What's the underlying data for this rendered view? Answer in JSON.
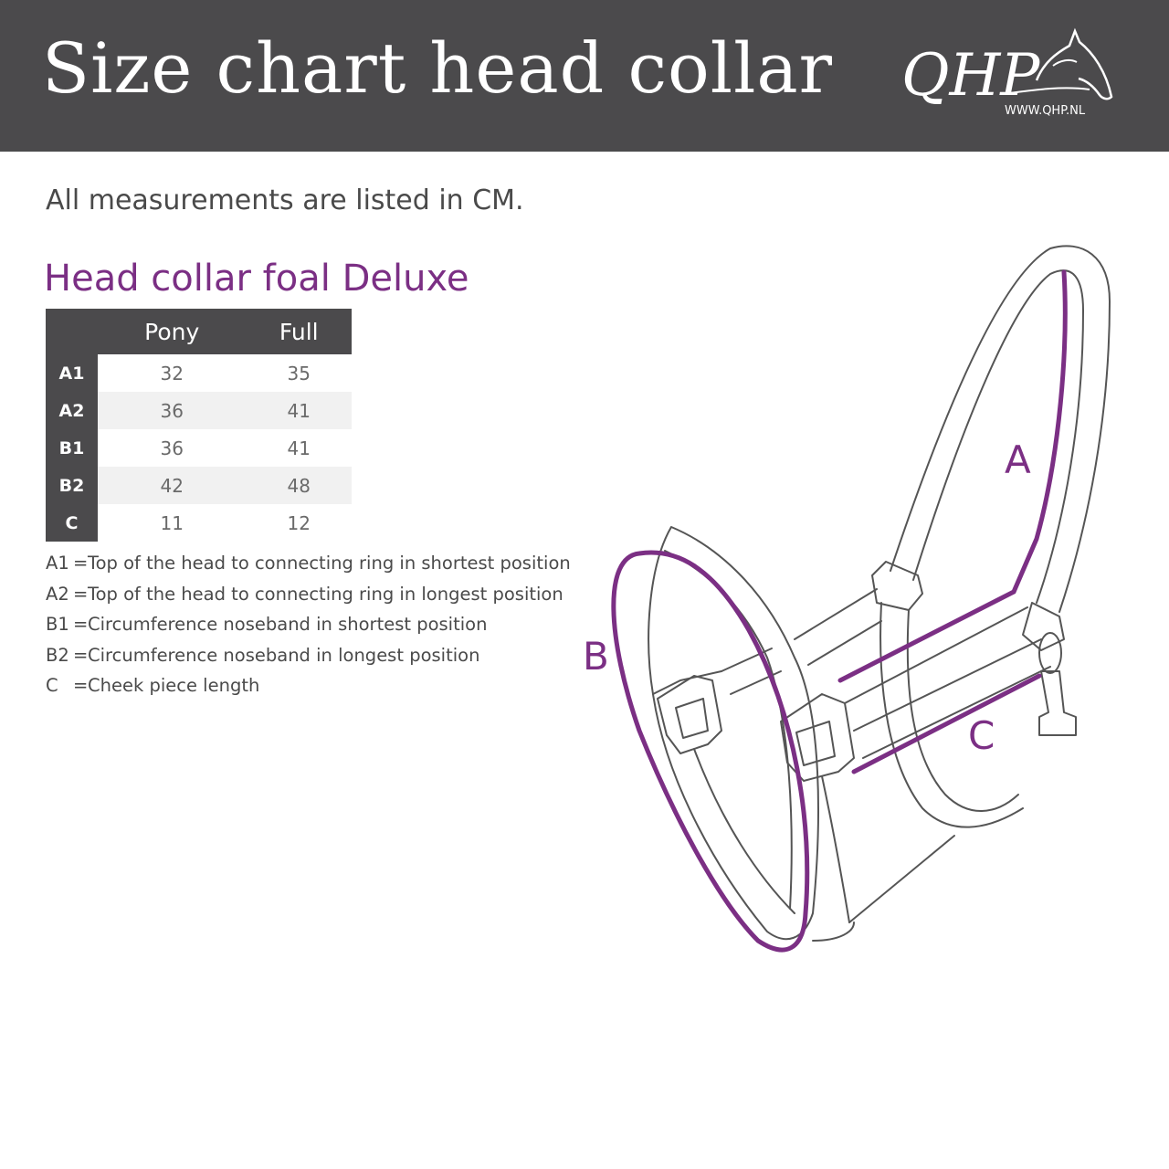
{
  "header": {
    "title": "Size chart head collar",
    "logo_text": "QHP",
    "website": "WWW.QHP.NL"
  },
  "subtitle": "All measurements are listed in CM.",
  "product": {
    "title": "Head collar foal Deluxe",
    "columns": [
      "Pony",
      "Full"
    ],
    "rows": [
      {
        "label": "A1",
        "values": [
          "32",
          "35"
        ]
      },
      {
        "label": "A2",
        "values": [
          "36",
          "41"
        ]
      },
      {
        "label": "B1",
        "values": [
          "36",
          "41"
        ]
      },
      {
        "label": "B2",
        "values": [
          "42",
          "48"
        ]
      },
      {
        "label": "C",
        "values": [
          "11",
          "12"
        ]
      }
    ]
  },
  "legend": [
    {
      "code": "A1",
      "eq": "=",
      "text": "Top of the head to connecting ring in shortest position"
    },
    {
      "code": "A2",
      "eq": "=",
      "text": "Top of the head to connecting ring in longest position"
    },
    {
      "code": "B1",
      "eq": "=",
      "text": "Circumference noseband in shortest position"
    },
    {
      "code": "B2",
      "eq": "=",
      "text": "Circumference noseband in longest position"
    },
    {
      "code": "C",
      "eq": "=",
      "text": "Cheek piece length"
    }
  ],
  "diagram": {
    "labels": {
      "a": "A",
      "b": "B",
      "c": "C"
    }
  },
  "colors": {
    "header_bg": "#4b4a4c",
    "accent": "#7b2f84",
    "stripe": "#f1f1f1"
  }
}
